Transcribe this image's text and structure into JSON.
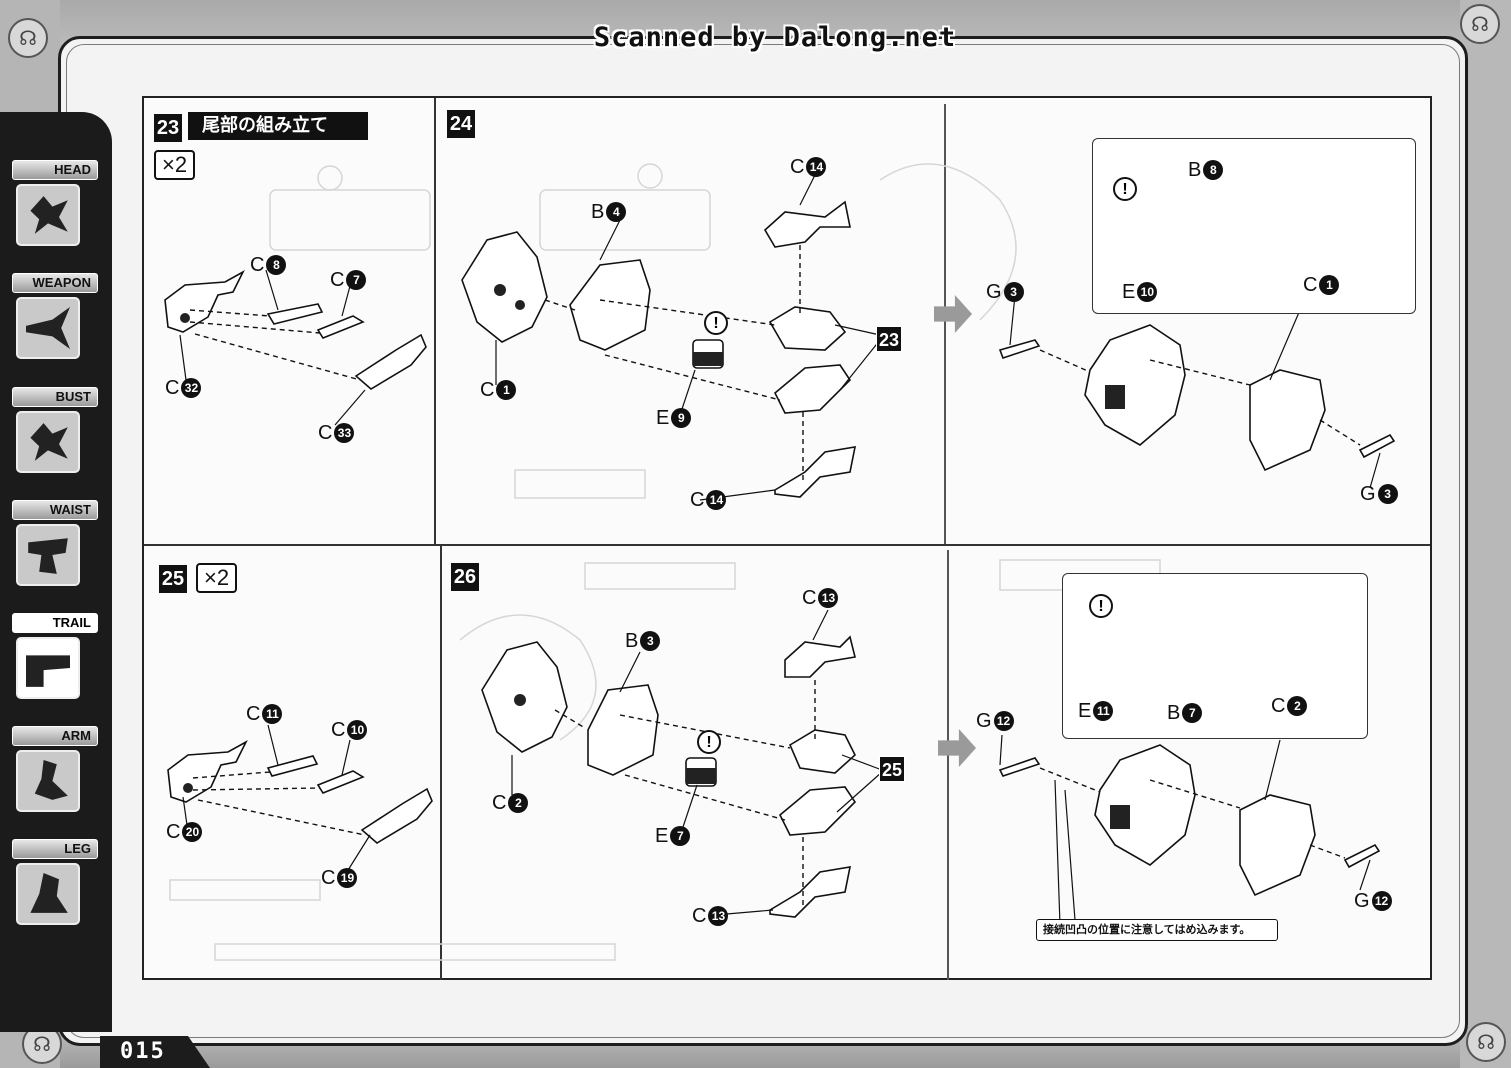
{
  "header": {
    "credit": "Scanned by Dalong.net"
  },
  "sidebar": {
    "items": [
      {
        "label": "HEAD",
        "active": false,
        "icon": "head-icon"
      },
      {
        "label": "WEAPON",
        "active": false,
        "icon": "weapon-icon"
      },
      {
        "label": "BUST",
        "active": false,
        "icon": "bust-icon"
      },
      {
        "label": "WAIST",
        "active": false,
        "icon": "waist-icon"
      },
      {
        "label": "TRAIL",
        "active": true,
        "icon": "trail-icon"
      },
      {
        "label": "ARM",
        "active": false,
        "icon": "arm-icon"
      },
      {
        "label": "LEG",
        "active": false,
        "icon": "leg-icon"
      }
    ]
  },
  "footer": {
    "page_number": "015"
  },
  "steps": {
    "s23": {
      "number": "23",
      "title": "尾部の組み立て",
      "multiplier": "×2",
      "parts": [
        {
          "letter": "C",
          "num": "8"
        },
        {
          "letter": "C",
          "num": "7"
        },
        {
          "letter": "C",
          "num": "32"
        },
        {
          "letter": "C",
          "num": "33"
        }
      ]
    },
    "s24": {
      "number": "24",
      "parts": [
        {
          "letter": "C",
          "num": "14"
        },
        {
          "letter": "B",
          "num": "4"
        },
        {
          "letter": "C",
          "num": "1"
        },
        {
          "letter": "E",
          "num": "9"
        },
        {
          "letter": "C",
          "num": "14"
        }
      ],
      "ref": "23"
    },
    "s24b": {
      "parts": [
        {
          "letter": "B",
          "num": "8"
        },
        {
          "letter": "E",
          "num": "10"
        },
        {
          "letter": "C",
          "num": "1"
        },
        {
          "letter": "G",
          "num": "3"
        },
        {
          "letter": "G",
          "num": "3"
        }
      ]
    },
    "s25": {
      "number": "25",
      "multiplier": "×2",
      "parts": [
        {
          "letter": "C",
          "num": "11"
        },
        {
          "letter": "C",
          "num": "10"
        },
        {
          "letter": "C",
          "num": "20"
        },
        {
          "letter": "C",
          "num": "19"
        }
      ]
    },
    "s26": {
      "number": "26",
      "parts": [
        {
          "letter": "C",
          "num": "13"
        },
        {
          "letter": "B",
          "num": "3"
        },
        {
          "letter": "C",
          "num": "2"
        },
        {
          "letter": "E",
          "num": "7"
        },
        {
          "letter": "C",
          "num": "13"
        }
      ],
      "ref": "25"
    },
    "s26b": {
      "parts": [
        {
          "letter": "E",
          "num": "11"
        },
        {
          "letter": "B",
          "num": "7"
        },
        {
          "letter": "C",
          "num": "2"
        },
        {
          "letter": "G",
          "num": "12"
        },
        {
          "letter": "G",
          "num": "12"
        }
      ],
      "note": "接続凹凸の位置に注意してはめ込みます。"
    }
  },
  "warning_symbol": "!"
}
